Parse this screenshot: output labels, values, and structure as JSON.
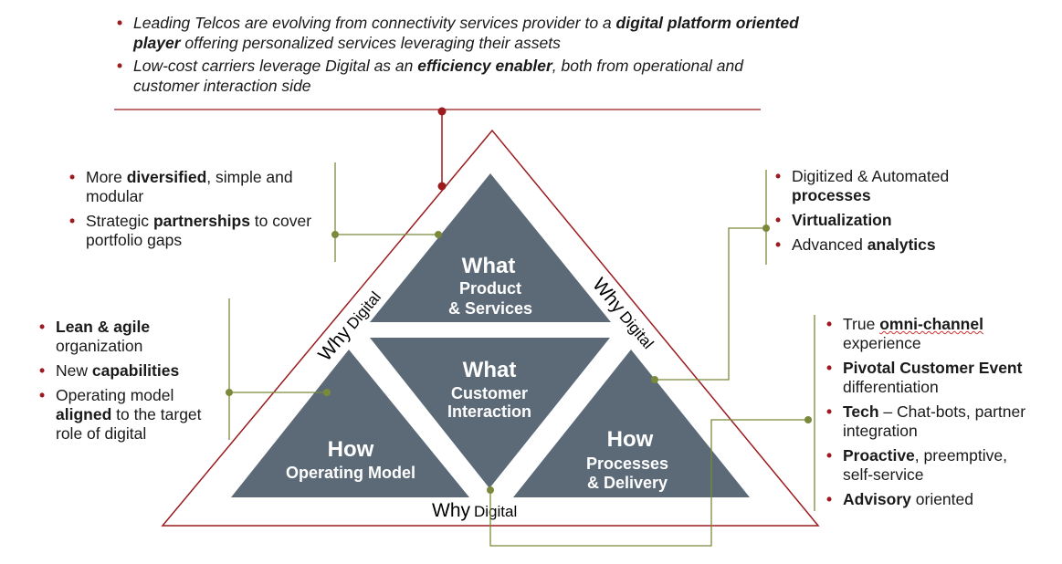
{
  "top": {
    "bullet1": {
      "pre": "Leading Telcos are evolving from connectivity services provider to a ",
      "bold": "digital platform oriented player",
      "post": " offering personalized services leveraging their assets"
    },
    "bullet2": {
      "pre": "Low-cost carriers leverage Digital as an ",
      "bold": "efficiency enabler",
      "post": ", both from operational and customer interaction side"
    }
  },
  "left_top": {
    "b1": {
      "pre": "More ",
      "bold": "diversified",
      "post": ", simple and modular"
    },
    "b2": {
      "pre": "Strategic ",
      "bold": "partnerships",
      "post": " to cover portfolio gaps"
    }
  },
  "left_mid": {
    "b1": {
      "bold": "Lean & agile",
      "post": " organization"
    },
    "b2": {
      "pre": "New ",
      "bold": "capabilities"
    },
    "b3": {
      "pre": "Operating model ",
      "bold": "aligned",
      "post": " to the target role of digital"
    }
  },
  "right_top": {
    "b1": {
      "pre": "Digitized & Automated ",
      "bold": "processes"
    },
    "b2": {
      "bold": "Virtualization"
    },
    "b3": {
      "pre": "Advanced ",
      "bold": "analytics"
    }
  },
  "right_mid": {
    "b1": {
      "pre": "True ",
      "bold": "omni-channel",
      "post": " experience"
    },
    "b2": {
      "bold": "Pivotal Customer Event",
      "post": " differentiation"
    },
    "b3": {
      "bold": "Tech",
      "post": " – Chat-bots, partner integration"
    },
    "b4": {
      "bold": "Proactive",
      "post": ", preemptive, self-service"
    },
    "b5": {
      "bold": "Advisory",
      "post": " oriented"
    }
  },
  "triangles": {
    "what_product": {
      "big": "What",
      "line1": "Product",
      "line2": "& Services"
    },
    "what_customer": {
      "big": "What",
      "line1": "Customer",
      "line2": "Interaction"
    },
    "how_operating": {
      "big": "How",
      "line1": "Operating Model"
    },
    "how_processes": {
      "big": "How",
      "line1": "Processes",
      "line2": "& Delivery"
    }
  },
  "why_digital": {
    "why": "Why",
    "digital": "Digital"
  },
  "colors": {
    "accent": "#9b1b1f",
    "triangle": "#5c6a78",
    "connector": "#7a8a3a"
  }
}
